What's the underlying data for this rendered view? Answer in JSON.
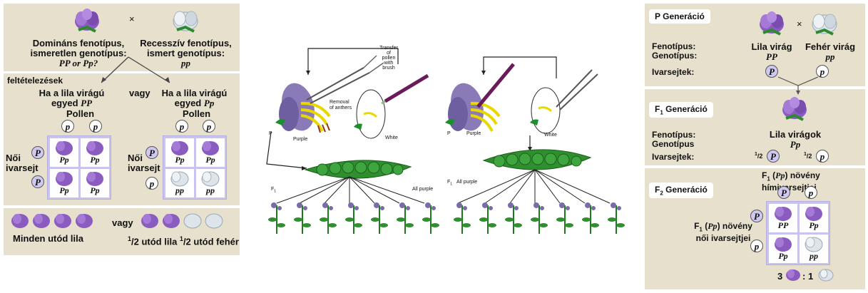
{
  "colors": {
    "panel": "#e6e0cd",
    "purple": "#8a5cc0",
    "white_flower": "#dde4ea",
    "pod_green": "#2f8f2f",
    "allele_purple": "#cfc9f0"
  },
  "left": {
    "cross_symbol": "×",
    "dominant_label_1": "Domináns fenotípus,",
    "dominant_label_2": "ismeretlen genotípus:",
    "dominant_geno": "PP or Pp?",
    "recessive_label_1": "Recesszív fenotípus,",
    "recessive_label_2": "ismert genotípus:",
    "recessive_geno": "pp",
    "assumptions": "feltételezések",
    "or1": "vagy",
    "or2": "vagy",
    "case1_1": "Ha a lila virágú",
    "case1_2": "egyed",
    "case1_geno": "PP",
    "case2_1": "Ha a lila virágú",
    "case2_2": "egyed",
    "case2_geno": "Pp",
    "pollen1": "Pollen",
    "pollen2": "Pollen",
    "female1_1": "Női",
    "female1_2": "ivarsejt",
    "female2_1": "Női",
    "female2_2": "ivarsejt",
    "allele_p": "p",
    "allele_P": "P",
    "grid1": [
      "Pp",
      "Pp",
      "Pp",
      "Pp"
    ],
    "grid2": [
      "Pp",
      "Pp",
      "pp",
      "pp"
    ],
    "result1": "Minden utód lila",
    "result2_a": "1",
    "result2_b": "/2 utód lila ",
    "result2_c": "1",
    "result2_d": "/2 utód fehér"
  },
  "middle": {
    "transfer": [
      "Transfer",
      "of",
      "pollen",
      "with",
      "brush"
    ],
    "removal": [
      "Removal",
      "of anthers"
    ],
    "p_label": "P",
    "purple": "Purple",
    "white": "White",
    "f1": "F",
    "f1_sub": "1",
    "all_purple": "All purple"
  },
  "right": {
    "p_gen": "P Generáció",
    "fenotipus": "Fenotípus:",
    "genotipus": "Genotípus:",
    "ivarsejtek": "Ivarsejtek:",
    "lila": "Lila virág",
    "feher": "Fehér virág",
    "geno_PP": "PP",
    "geno_pp": "pp",
    "cross": "×",
    "f1_gen": "Generáció",
    "f1_fenotipus": "Fenotípus:",
    "f1_genotipus": "Genotípus",
    "f1_ivarsejtek": "Ivarsejtek:",
    "lila_viragok": "Lila virágok",
    "geno_Pp": "Pp",
    "half_num": "1",
    "half_den": "/2",
    "f2_gen": "Generáció",
    "f1_male_1": "F",
    "f1_male_2": " (",
    "f1_male_geno": "Pp",
    "f1_male_3": ") növény hímivarsejtjei",
    "f1_female_1": "F",
    "f1_female_2": " (",
    "f1_female_geno": "Pp",
    "f1_female_3": ") növény",
    "f1_female_4": "női ivarsejtjei",
    "f_letter": "F",
    "sub1": "1",
    "sub2": "2",
    "grid": [
      "PP",
      "Pp",
      "Pp",
      "pp"
    ],
    "ratio_3": "3",
    "ratio_colon": ": 1"
  }
}
